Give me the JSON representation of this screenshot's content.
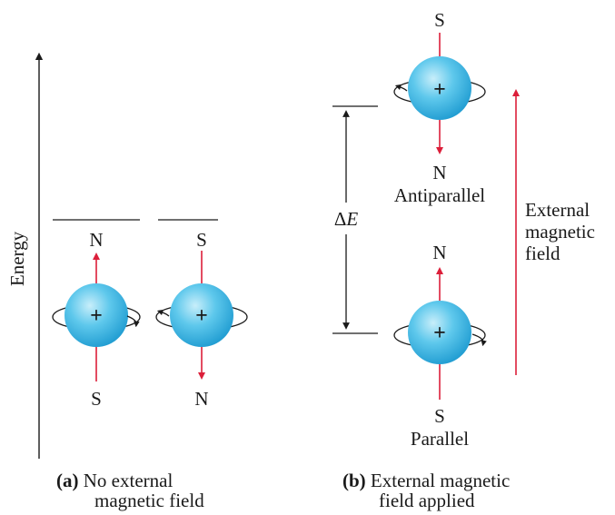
{
  "colors": {
    "spin_axis_red": "#dc1f3a",
    "proton_fill_light": "#c8eefa",
    "proton_fill_mid": "#5ec8ec",
    "proton_fill_dark": "#1d9ad0",
    "line_black": "#1a1a1a"
  },
  "axis": {
    "energy_label": "Energy"
  },
  "panel_a": {
    "proton_left": {
      "top_pole": "N",
      "bottom_pole": "S",
      "charge": "+"
    },
    "proton_right": {
      "top_pole": "S",
      "bottom_pole": "N",
      "charge": "+"
    },
    "caption_tag": "(a)",
    "caption_line1": "No external",
    "caption_line2": "magnetic field"
  },
  "panel_b": {
    "antiparallel": {
      "top_pole": "S",
      "bottom_pole": "N",
      "charge": "+",
      "state_label": "Antiparallel"
    },
    "parallel": {
      "top_pole": "N",
      "bottom_pole": "S",
      "charge": "+",
      "state_label": "Parallel"
    },
    "delta_e_symbol": "Δ",
    "delta_e_var": "E",
    "field_label_line1": "External",
    "field_label_line2": "magnetic",
    "field_label_line3": "field",
    "caption_tag": "(b)",
    "caption_line1": "External magnetic",
    "caption_line2": "field applied"
  },
  "icons": {
    "proton": "proton-sphere-icon",
    "spin": "spin-rotation-arrow-icon",
    "magnetic_moment": "magnetic-moment-arrow-icon"
  }
}
